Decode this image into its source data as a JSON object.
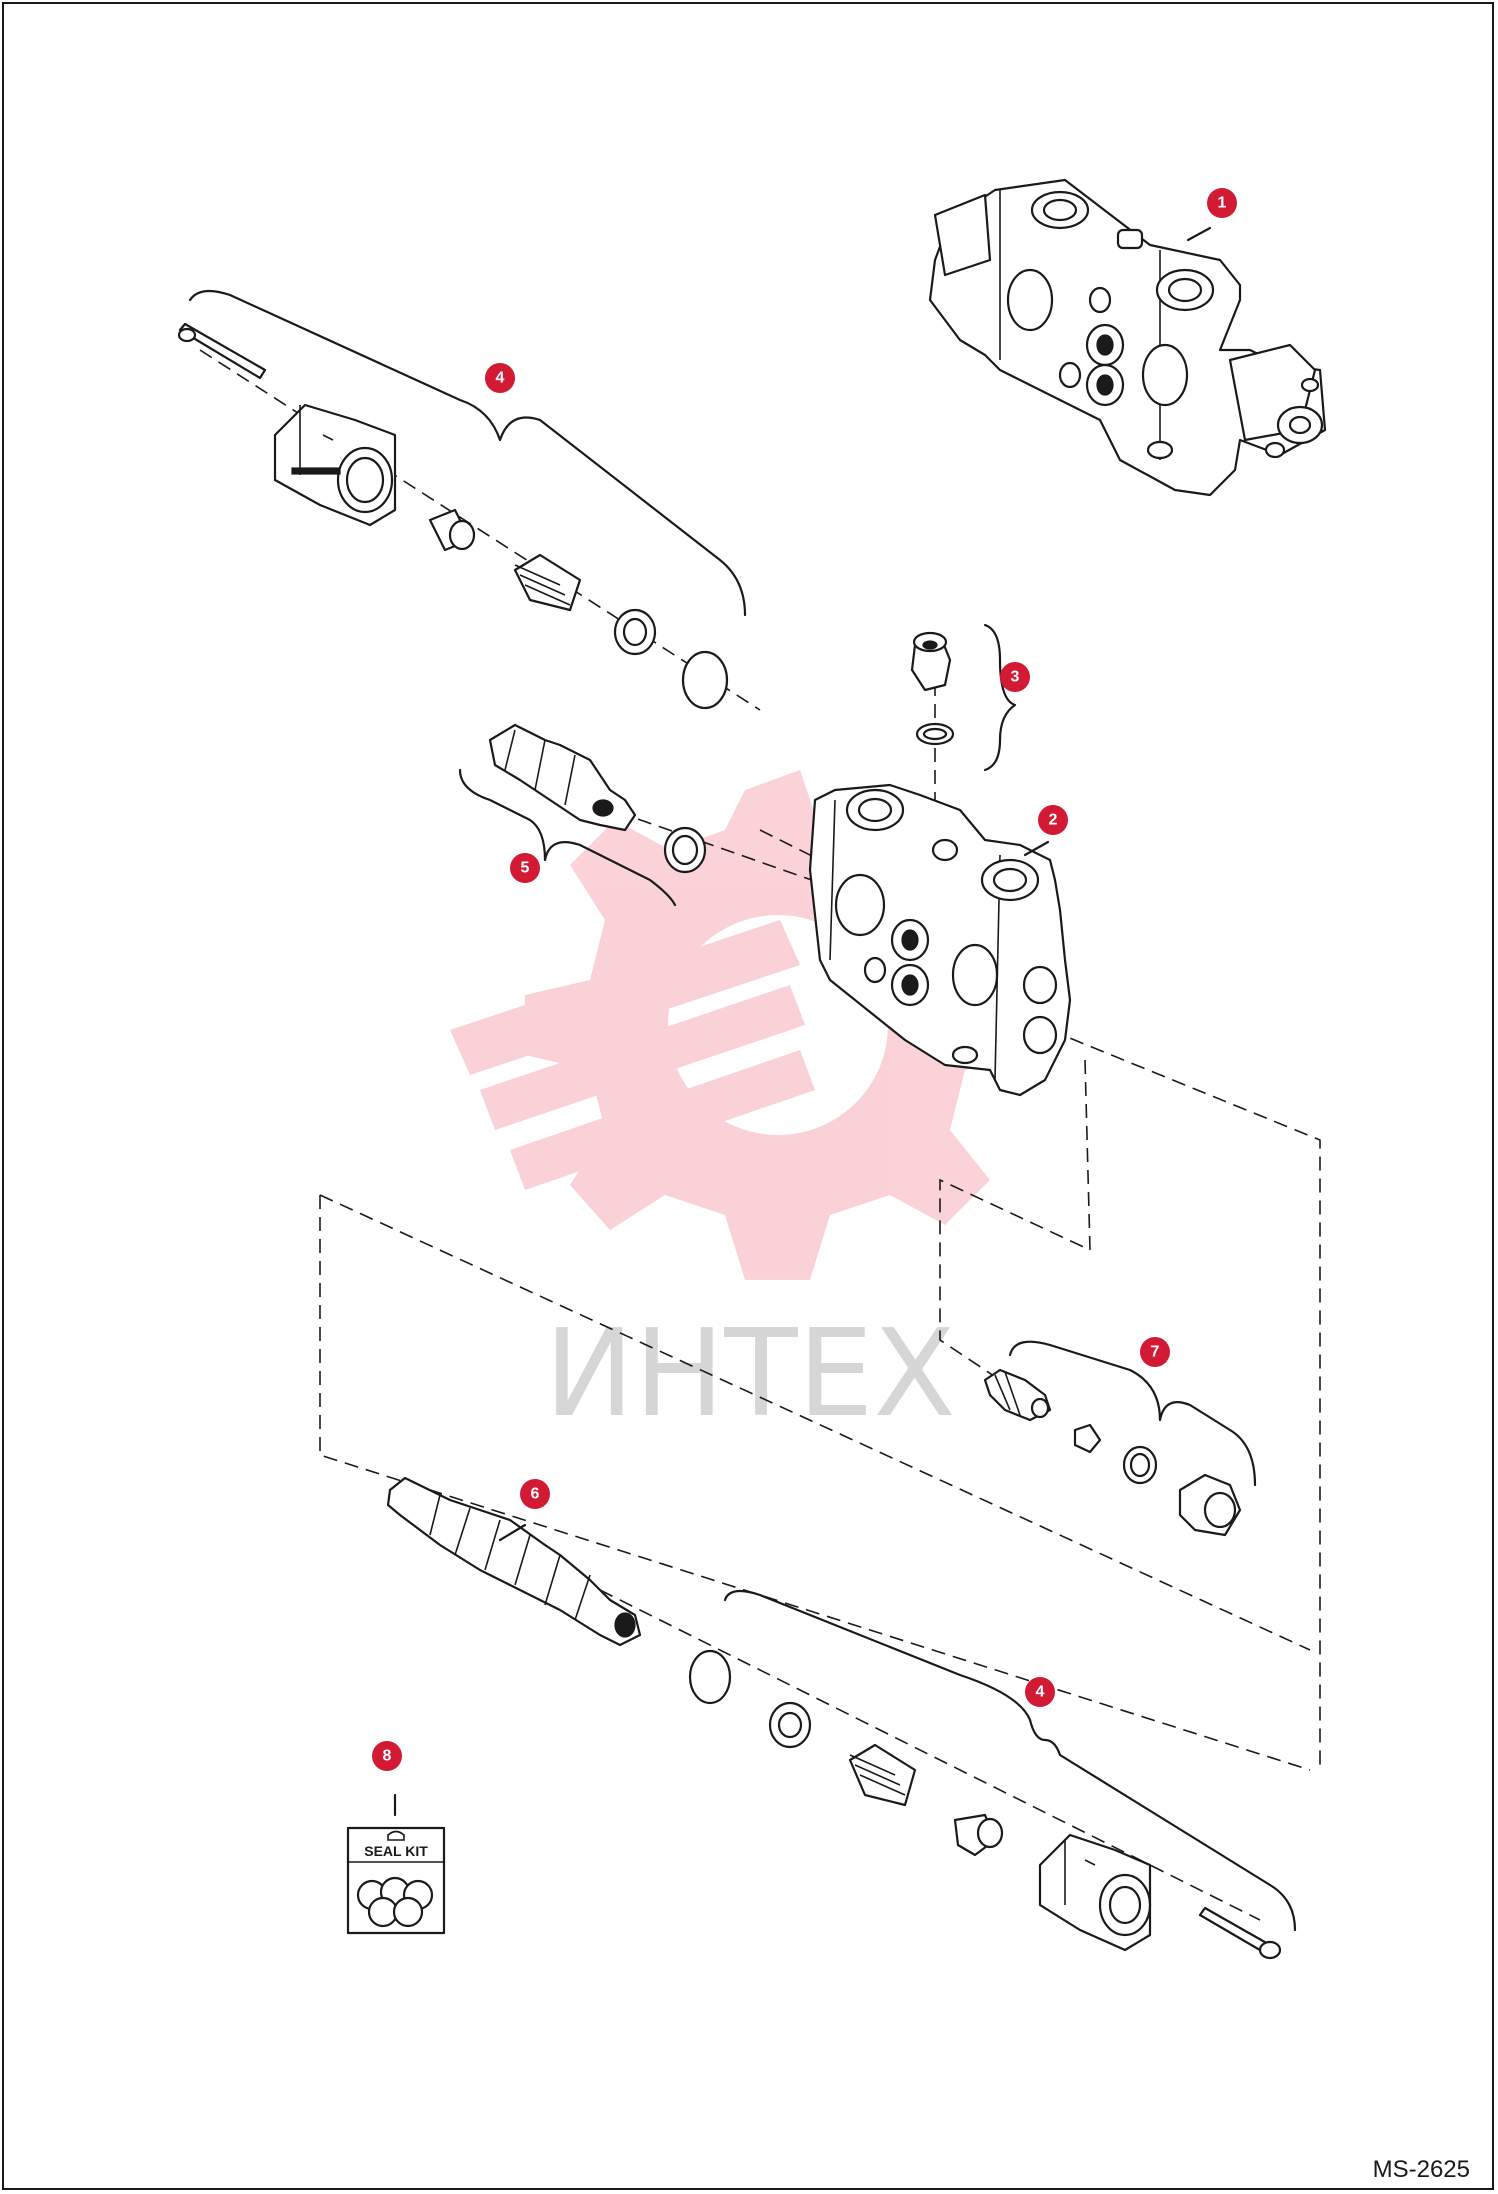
{
  "watermark": {
    "text": "ИНТЕХ",
    "color": "#e8334a"
  },
  "document": {
    "code": "MS-2625"
  },
  "seal_kit": {
    "label": "SEAL KIT"
  },
  "callouts": [
    {
      "id": "1",
      "label": "1"
    },
    {
      "id": "2",
      "label": "2"
    },
    {
      "id": "3",
      "label": "3"
    },
    {
      "id": "4a",
      "label": "4"
    },
    {
      "id": "4b",
      "label": "4"
    },
    {
      "id": "5",
      "label": "5"
    },
    {
      "id": "6",
      "label": "6"
    },
    {
      "id": "7",
      "label": "7"
    },
    {
      "id": "8",
      "label": "8"
    }
  ],
  "colors": {
    "callout": "#d31a35",
    "line": "#1a1a1a"
  }
}
